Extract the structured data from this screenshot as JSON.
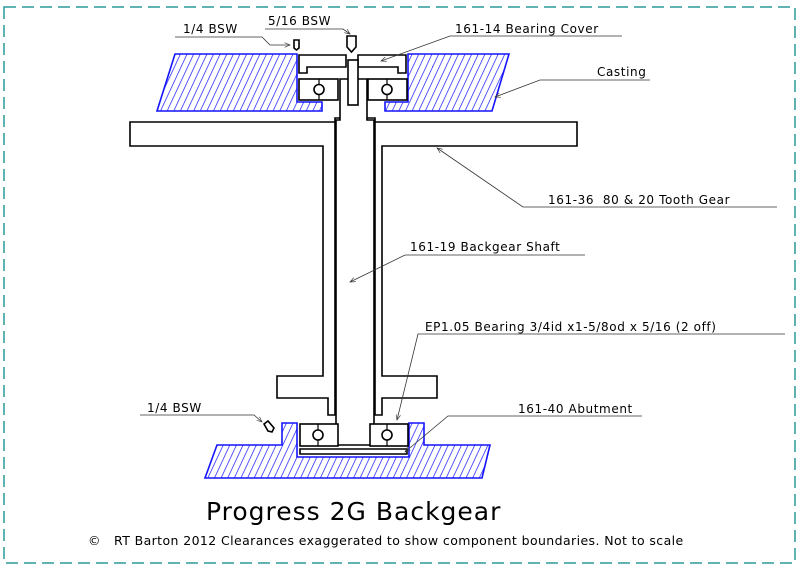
{
  "title": "Progress 2G Backgear",
  "copyright": "©   RT Barton 2012 Clearances exaggerated to show component boundaries. Not to scale",
  "labels": {
    "top_screw_small": "1/4 BSW",
    "top_screw_large": "5/16 BSW",
    "bearing_cover": "161-14 Bearing Cover",
    "casting": "Casting",
    "gear": "161-36  80 & 20 Tooth Gear",
    "shaft": "161-19 Backgear Shaft",
    "bearing": "EP1.05 Bearing 3/4id x1-5/8od x 5/16 (2 off)",
    "abutment": "161-40 Abutment",
    "bottom_screw": "1/4 BSW"
  },
  "colors": {
    "border": "#2a9a9a",
    "casting": "#1414ff",
    "outline": "#000000"
  }
}
